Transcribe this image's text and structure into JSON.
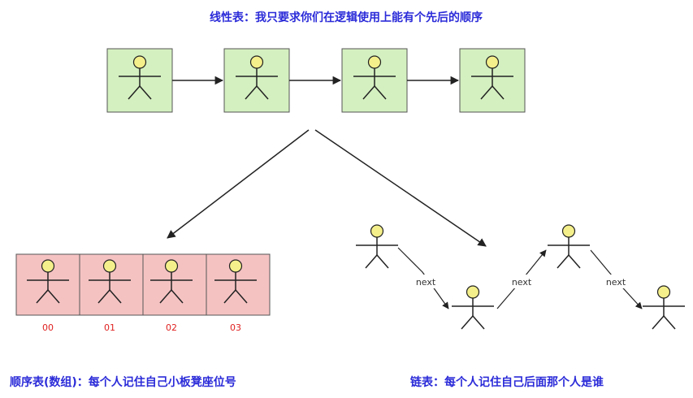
{
  "top_caption": "线性表：我只要求你们在逻辑使用上能有个先后的顺序",
  "array_caption": "顺序表(数组)：每个人记住自己小板凳座位号",
  "linked_caption": "链表：每个人记住自己后面那个人是谁",
  "array_indices": [
    "00",
    "01",
    "02",
    "03"
  ],
  "next_labels": [
    "next",
    "next",
    "next"
  ],
  "colors": {
    "caption": "#2b2bd9",
    "index": "#e02020",
    "node_fill_green": "#d4f0c0",
    "node_fill_pink": "#f5c2c2",
    "person_head": "#f4ef8a",
    "stroke": "#222222"
  },
  "icons": {
    "person": "stick-figure-icon"
  }
}
